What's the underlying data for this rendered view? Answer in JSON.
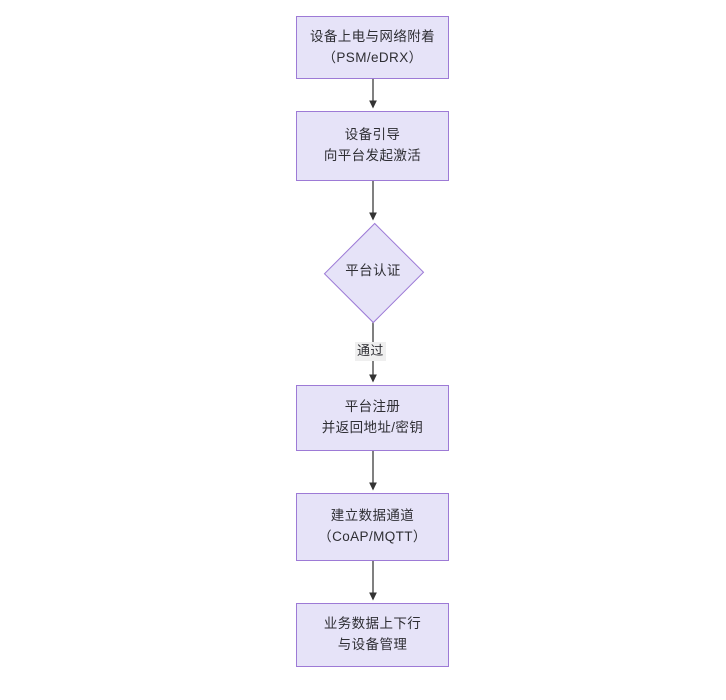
{
  "diagram": {
    "type": "flowchart",
    "orientation": "top-to-bottom",
    "background_color": "#ffffff",
    "node_fill_color": "#e6e3f8",
    "node_border_color": "#9d7ad6",
    "text_color": "#2e2e33",
    "edge_color": "#333333",
    "nodes": [
      {
        "id": "n1",
        "shape": "rectangle",
        "lines": [
          "设备上电与网络附着",
          "（PSM/eDRX）"
        ]
      },
      {
        "id": "n2",
        "shape": "rectangle",
        "lines": [
          "设备引导",
          "向平台发起激活"
        ]
      },
      {
        "id": "n3",
        "shape": "diamond",
        "lines": [
          "平台认证"
        ]
      },
      {
        "id": "n4",
        "shape": "rectangle",
        "lines": [
          "平台注册",
          "并返回地址/密钥"
        ]
      },
      {
        "id": "n5",
        "shape": "rectangle",
        "lines": [
          "建立数据通道",
          "（CoAP/MQTT）"
        ]
      },
      {
        "id": "n6",
        "shape": "rectangle",
        "lines": [
          "业务数据上下行",
          "与设备管理"
        ]
      }
    ],
    "edges": [
      {
        "from": "n1",
        "to": "n2",
        "label": ""
      },
      {
        "from": "n2",
        "to": "n3",
        "label": ""
      },
      {
        "from": "n3",
        "to": "n4",
        "label": "通过"
      },
      {
        "from": "n4",
        "to": "n5",
        "label": ""
      },
      {
        "from": "n5",
        "to": "n6",
        "label": ""
      }
    ]
  }
}
